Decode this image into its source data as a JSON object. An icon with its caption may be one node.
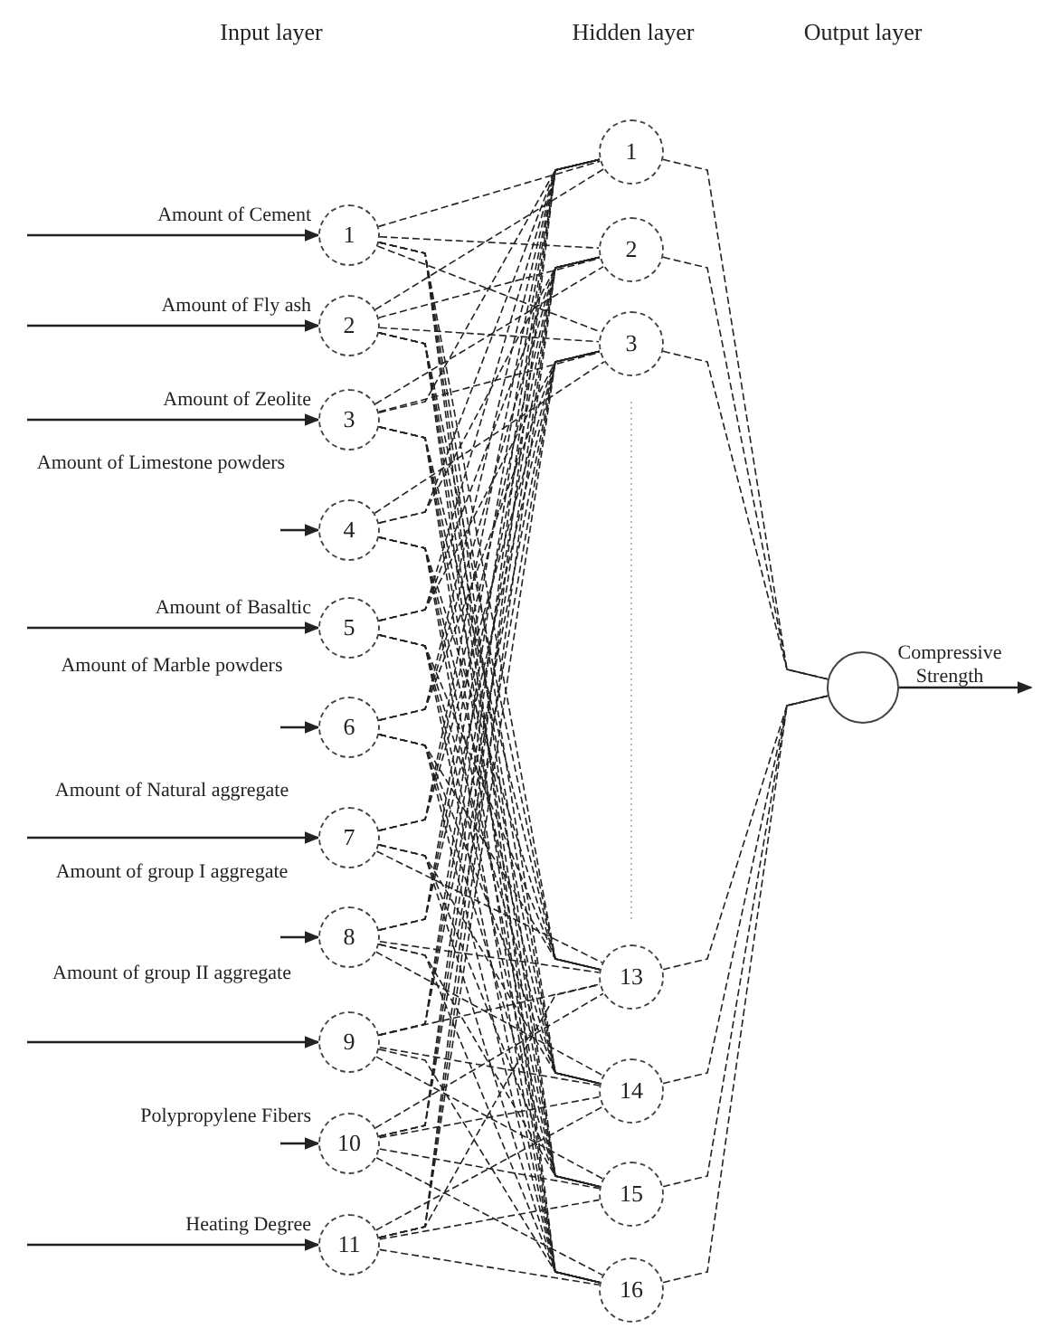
{
  "diagram": {
    "nodes": [
      {
        "text": [
          "1"
        ],
        "beside": [
          "Amount of Cement"
        ]
      },
      {
        "text": [
          "2"
        ],
        "beside": [
          "Amount of Fly ash"
        ]
      },
      {
        "text": [
          "3"
        ],
        "beside": [
          "Amount of Zeolite"
        ]
      },
      {
        "text": [
          "4"
        ],
        "beside": [
          "Amount of Limestone powders"
        ]
      },
      {
        "text": [
          "5"
        ],
        "beside": [
          "Amount of Basaltic"
        ]
      },
      {
        "text": [
          "6"
        ],
        "beside": [
          "Amount of Marble powders"
        ]
      },
      {
        "text": [
          "7"
        ],
        "beside": [
          "Amount of Natural aggregate"
        ]
      },
      {
        "text": [
          "8"
        ],
        "beside": [
          "Amount of group I aggregate"
        ]
      },
      {
        "text": [
          "9"
        ],
        "beside": [
          "Amount of group II aggregate"
        ]
      },
      {
        "text": [
          "10"
        ],
        "beside": [
          "Polypropylene Fibers"
        ]
      },
      {
        "text": [
          "11"
        ],
        "beside": [
          "Heating Degree"
        ]
      },
      {
        "text": [
          "1"
        ]
      },
      {
        "text": [
          "2"
        ]
      },
      {
        "text": [
          "3"
        ]
      },
      {
        "text": [
          "13"
        ]
      },
      {
        "text": [
          "14"
        ]
      },
      {
        "text": [
          "15"
        ]
      },
      {
        "text": [
          "16"
        ]
      },
      {
        "text": [],
        "shape": "circle",
        "beside": [
          "Compressive Strength"
        ]
      }
    ],
    "edges": [
      {
        "from": null,
        "to": 0,
        "arrow": "to"
      },
      {
        "from": null,
        "to": 1,
        "arrow": "to"
      },
      {
        "from": null,
        "to": 2,
        "arrow": "to"
      },
      {
        "from": null,
        "to": 3,
        "arrow": "to"
      },
      {
        "from": null,
        "to": 4,
        "arrow": "to"
      },
      {
        "from": null,
        "to": 5,
        "arrow": "to"
      },
      {
        "from": null,
        "to": 6,
        "arrow": "to"
      },
      {
        "from": null,
        "to": 7,
        "arrow": "to"
      },
      {
        "from": null,
        "to": 8,
        "arrow": "to"
      },
      {
        "from": null,
        "to": 9,
        "arrow": "to"
      },
      {
        "from": null,
        "to": 10,
        "arrow": "to"
      },
      {
        "from": 0,
        "to": 11,
        "arrow": "none",
        "style": "dashed"
      },
      {
        "from": 0,
        "to": 12,
        "arrow": "none",
        "style": "dashed"
      },
      {
        "from": 0,
        "to": 13,
        "arrow": "none",
        "style": "dashed"
      },
      {
        "from": 0,
        "to": 14,
        "arrow": "none",
        "style": "dashed"
      },
      {
        "from": 0,
        "to": 15,
        "arrow": "none",
        "style": "dashed"
      },
      {
        "from": 0,
        "to": 16,
        "arrow": "none",
        "style": "dashed"
      },
      {
        "from": 0,
        "to": 17,
        "arrow": "none",
        "style": "dashed"
      },
      {
        "from": 1,
        "to": 11,
        "arrow": "none",
        "style": "dashed"
      },
      {
        "from": 1,
        "to": 12,
        "arrow": "none",
        "style": "dashed"
      },
      {
        "from": 1,
        "to": 13,
        "arrow": "none",
        "style": "dashed"
      },
      {
        "from": 1,
        "to": 14,
        "arrow": "none",
        "style": "dashed"
      },
      {
        "from": 1,
        "to": 15,
        "arrow": "none",
        "style": "dashed"
      },
      {
        "from": 1,
        "to": 16,
        "arrow": "none",
        "style": "dashed"
      },
      {
        "from": 1,
        "to": 17,
        "arrow": "none",
        "style": "dashed"
      },
      {
        "from": 2,
        "to": 11,
        "arrow": "none",
        "style": "dashed"
      },
      {
        "from": 2,
        "to": 12,
        "arrow": "none",
        "style": "dashed"
      },
      {
        "from": 2,
        "to": 13,
        "arrow": "none",
        "style": "dashed"
      },
      {
        "from": 2,
        "to": 14,
        "arrow": "none",
        "style": "dashed"
      },
      {
        "from": 2,
        "to": 15,
        "arrow": "none",
        "style": "dashed"
      },
      {
        "from": 2,
        "to": 16,
        "arrow": "none",
        "style": "dashed"
      },
      {
        "from": 2,
        "to": 17,
        "arrow": "none",
        "style": "dashed"
      },
      {
        "from": 3,
        "to": 11,
        "arrow": "none",
        "style": "dashed"
      },
      {
        "from": 3,
        "to": 12,
        "arrow": "none",
        "style": "dashed"
      },
      {
        "from": 3,
        "to": 13,
        "arrow": "none",
        "style": "dashed"
      },
      {
        "from": 3,
        "to": 14,
        "arrow": "none",
        "style": "dashed"
      },
      {
        "from": 3,
        "to": 15,
        "arrow": "none",
        "style": "dashed"
      },
      {
        "from": 3,
        "to": 16,
        "arrow": "none",
        "style": "dashed"
      },
      {
        "from": 3,
        "to": 17,
        "arrow": "none",
        "style": "dashed"
      },
      {
        "from": 4,
        "to": 11,
        "arrow": "none",
        "style": "dashed"
      },
      {
        "from": 4,
        "to": 12,
        "arrow": "none",
        "style": "dashed"
      },
      {
        "from": 4,
        "to": 13,
        "arrow": "none",
        "style": "dashed"
      },
      {
        "from": 4,
        "to": 14,
        "arrow": "none",
        "style": "dashed"
      },
      {
        "from": 4,
        "to": 15,
        "arrow": "none",
        "style": "dashed"
      },
      {
        "from": 4,
        "to": 16,
        "arrow": "none",
        "style": "dashed"
      },
      {
        "from": 4,
        "to": 17,
        "arrow": "none",
        "style": "dashed"
      },
      {
        "from": 5,
        "to": 11,
        "arrow": "none",
        "style": "dashed"
      },
      {
        "from": 5,
        "to": 12,
        "arrow": "none",
        "style": "dashed"
      },
      {
        "from": 5,
        "to": 13,
        "arrow": "none",
        "style": "dashed"
      },
      {
        "from": 5,
        "to": 14,
        "arrow": "none",
        "style": "dashed"
      },
      {
        "from": 5,
        "to": 15,
        "arrow": "none",
        "style": "dashed"
      },
      {
        "from": 5,
        "to": 16,
        "arrow": "none",
        "style": "dashed"
      },
      {
        "from": 5,
        "to": 17,
        "arrow": "none",
        "style": "dashed"
      },
      {
        "from": 6,
        "to": 11,
        "arrow": "none",
        "style": "dashed"
      },
      {
        "from": 6,
        "to": 12,
        "arrow": "none",
        "style": "dashed"
      },
      {
        "from": 6,
        "to": 13,
        "arrow": "none",
        "style": "dashed"
      },
      {
        "from": 6,
        "to": 14,
        "arrow": "none",
        "style": "dashed"
      },
      {
        "from": 6,
        "to": 15,
        "arrow": "none",
        "style": "dashed"
      },
      {
        "from": 6,
        "to": 16,
        "arrow": "none",
        "style": "dashed"
      },
      {
        "from": 6,
        "to": 17,
        "arrow": "none",
        "style": "dashed"
      },
      {
        "from": 7,
        "to": 11,
        "arrow": "none",
        "style": "dashed"
      },
      {
        "from": 7,
        "to": 12,
        "arrow": "none",
        "style": "dashed"
      },
      {
        "from": 7,
        "to": 13,
        "arrow": "none",
        "style": "dashed"
      },
      {
        "from": 7,
        "to": 14,
        "arrow": "none",
        "style": "dashed"
      },
      {
        "from": 7,
        "to": 15,
        "arrow": "none",
        "style": "dashed"
      },
      {
        "from": 7,
        "to": 16,
        "arrow": "none",
        "style": "dashed"
      },
      {
        "from": 7,
        "to": 17,
        "arrow": "none",
        "style": "dashed"
      },
      {
        "from": 8,
        "to": 11,
        "arrow": "none",
        "style": "dashed"
      },
      {
        "from": 8,
        "to": 12,
        "arrow": "none",
        "style": "dashed"
      },
      {
        "from": 8,
        "to": 13,
        "arrow": "none",
        "style": "dashed"
      },
      {
        "from": 8,
        "to": 14,
        "arrow": "none",
        "style": "dashed"
      },
      {
        "from": 8,
        "to": 15,
        "arrow": "none",
        "style": "dashed"
      },
      {
        "from": 8,
        "to": 16,
        "arrow": "none",
        "style": "dashed"
      },
      {
        "from": 8,
        "to": 17,
        "arrow": "none",
        "style": "dashed"
      },
      {
        "from": 9,
        "to": 11,
        "arrow": "none",
        "style": "dashed"
      },
      {
        "from": 9,
        "to": 12,
        "arrow": "none",
        "style": "dashed"
      },
      {
        "from": 9,
        "to": 13,
        "arrow": "none",
        "style": "dashed"
      },
      {
        "from": 9,
        "to": 14,
        "arrow": "none",
        "style": "dashed"
      },
      {
        "from": 9,
        "to": 15,
        "arrow": "none",
        "style": "dashed"
      },
      {
        "from": 9,
        "to": 16,
        "arrow": "none",
        "style": "dashed"
      },
      {
        "from": 9,
        "to": 17,
        "arrow": "none",
        "style": "dashed"
      },
      {
        "from": 10,
        "to": 11,
        "arrow": "none",
        "style": "dashed"
      },
      {
        "from": 10,
        "to": 12,
        "arrow": "none",
        "style": "dashed"
      },
      {
        "from": 10,
        "to": 13,
        "arrow": "none",
        "style": "dashed"
      },
      {
        "from": 10,
        "to": 14,
        "arrow": "none",
        "style": "dashed"
      },
      {
        "from": 10,
        "to": 15,
        "arrow": "none",
        "style": "dashed"
      },
      {
        "from": 10,
        "to": 16,
        "arrow": "none",
        "style": "dashed"
      },
      {
        "from": 10,
        "to": 17,
        "arrow": "none",
        "style": "dashed"
      },
      {
        "from": 11,
        "to": 18,
        "arrow": "none",
        "style": "dashed"
      },
      {
        "from": 12,
        "to": 18,
        "arrow": "none",
        "style": "dashed"
      },
      {
        "from": 13,
        "to": 18,
        "arrow": "none",
        "style": "dashed"
      },
      {
        "from": 14,
        "to": 18,
        "arrow": "none",
        "style": "dashed"
      },
      {
        "from": 15,
        "to": 18,
        "arrow": "none",
        "style": "dashed"
      },
      {
        "from": 16,
        "to": 18,
        "arrow": "none",
        "style": "dashed"
      },
      {
        "from": 17,
        "to": 18,
        "arrow": "none",
        "style": "dashed"
      },
      {
        "from": 18,
        "to": null,
        "arrow": "to"
      }
    ],
    "labels": [
      "Input layer",
      "Hidden layer",
      "Output layer"
    ]
  }
}
